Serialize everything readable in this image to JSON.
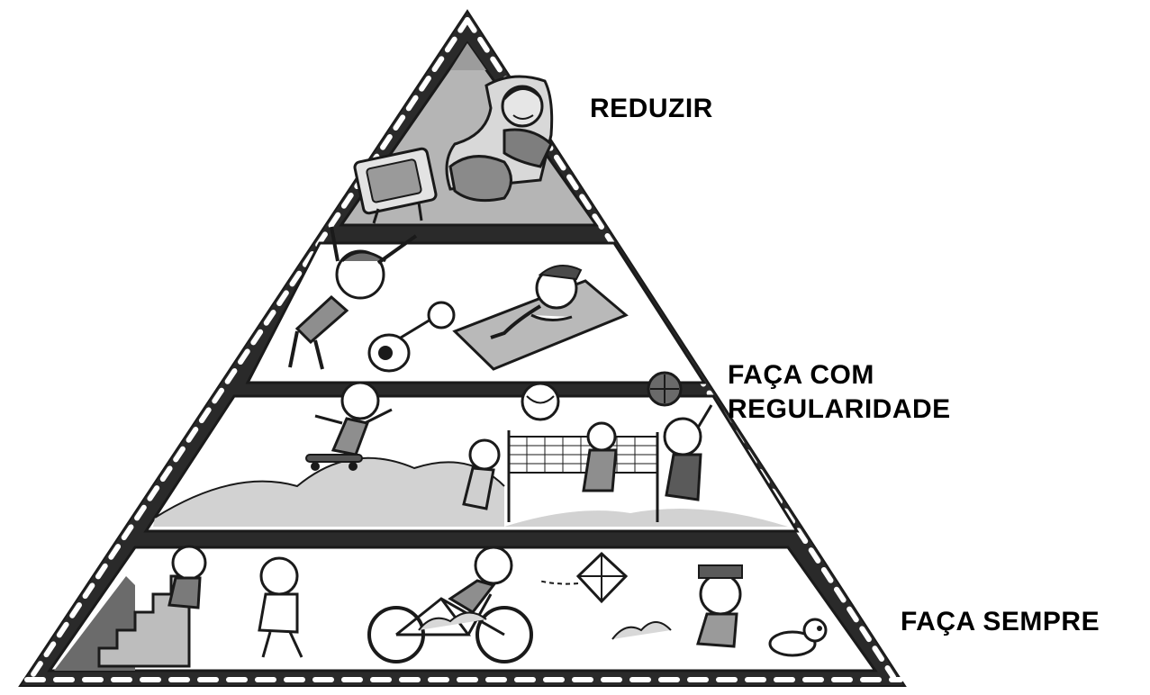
{
  "pyramid": {
    "tiers": [
      {
        "id": "top",
        "label_lines": [
          "REDUZIR"
        ],
        "illustration": "person-reclining-in-armchair-watching-tv",
        "icons": [
          "armchair-icon",
          "television-icon",
          "person-icon"
        ]
      },
      {
        "id": "upper-middle",
        "label_lines": [],
        "illustration": "child-stretching-with-dog-and-child-doing-sit-ups-on-mat",
        "icons": [
          "child-icon",
          "dog-icon",
          "exercise-mat-icon"
        ]
      },
      {
        "id": "lower-middle",
        "label_lines": [
          "FAÇA COM",
          "REGULARIDADE"
        ],
        "illustration": "skateboarding-volleyball-and-basketball",
        "icons": [
          "skateboard-icon",
          "volleyball-net-icon",
          "ball-icon",
          "basketball-icon"
        ]
      },
      {
        "id": "bottom",
        "label_lines": [
          "FAÇA SEMPRE"
        ],
        "illustration": "climbing-stairs-walking-cycling-flying-kite-dog",
        "icons": [
          "stairs-icon",
          "walking-child-icon",
          "bicycle-icon",
          "kite-icon",
          "dog-icon"
        ]
      }
    ],
    "colors": {
      "frame": "#2a2a2a",
      "frame_dash": "#ffffff",
      "tier_top_fill": "#b5b5b5",
      "tier_fill": "#ffffff",
      "ground_fill": "#cfcfcf",
      "ink": "#1a1a1a"
    }
  }
}
